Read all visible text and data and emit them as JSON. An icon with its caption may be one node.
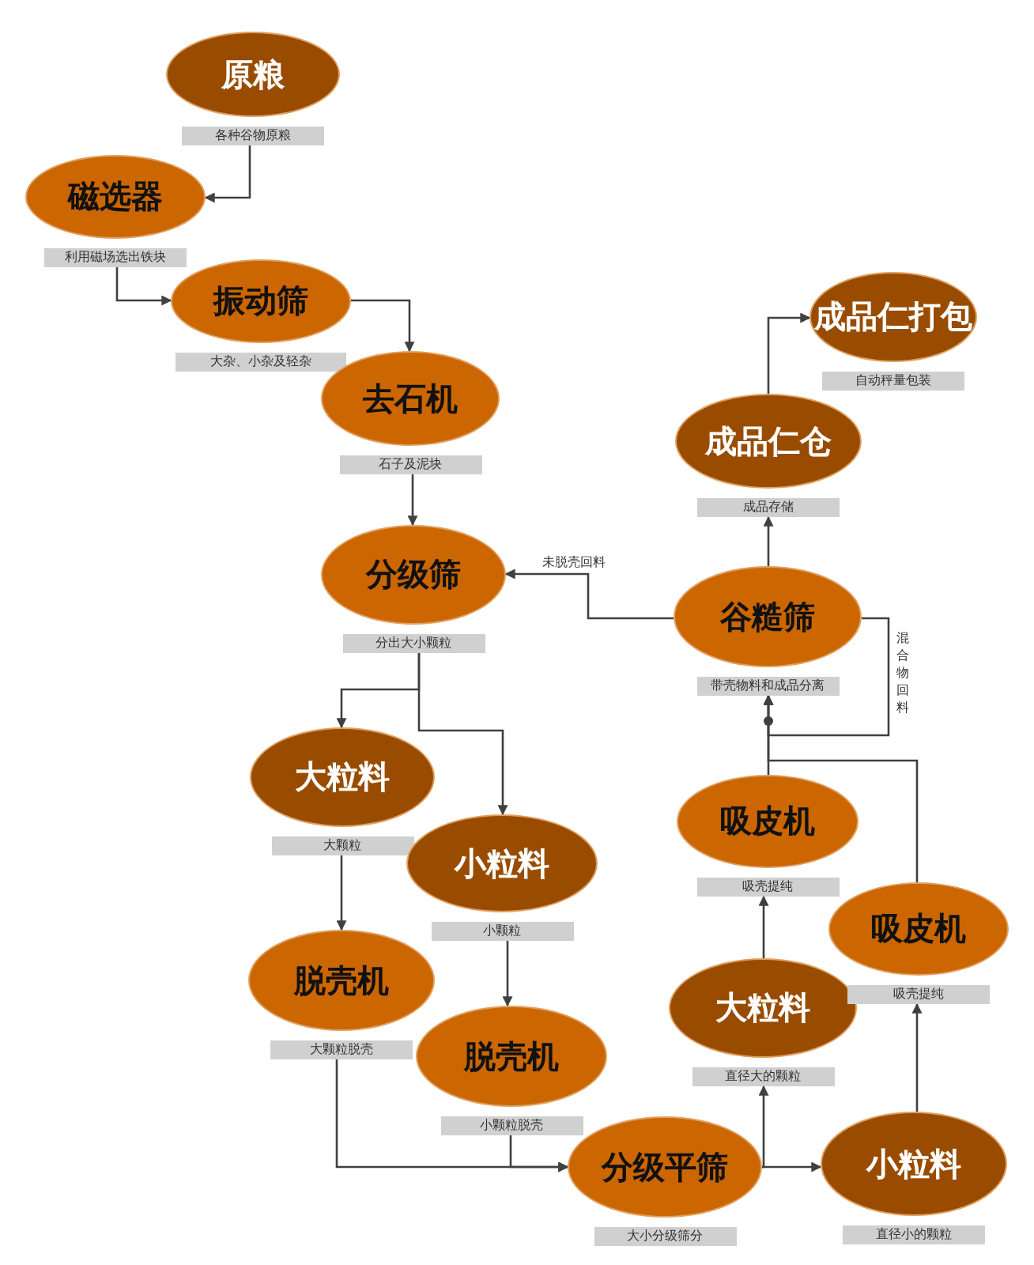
{
  "diagram": {
    "nodes": [
      {
        "text": [
          "原粮"
        ],
        "beside": [
          "各种谷物原粮"
        ]
      },
      {
        "text": [
          "磁选器"
        ],
        "beside": [
          "利用磁场选出铁块"
        ]
      },
      {
        "text": [
          "振动筛"
        ],
        "beside": [
          "大杂、小杂及轻杂"
        ]
      },
      {
        "text": [
          "去石机"
        ],
        "beside": [
          "石子及泥块"
        ]
      },
      {
        "text": [
          "分级筛"
        ],
        "beside": [
          "分出大小颗粒"
        ]
      },
      {
        "text": [
          "大粒料"
        ],
        "beside": [
          "大颗粒"
        ]
      },
      {
        "text": [
          "小粒料"
        ],
        "beside": [
          "小颗粒"
        ]
      },
      {
        "text": [
          "脱壳机"
        ],
        "beside": [
          "大颗粒脱壳"
        ]
      },
      {
        "text": [
          "脱壳机"
        ],
        "beside": [
          "小颗粒脱壳"
        ]
      },
      {
        "text": [
          "分级平筛"
        ],
        "beside": [
          "大小分级筛分"
        ]
      },
      {
        "text": [
          "大粒料"
        ],
        "beside": [
          "直径大的颗粒"
        ]
      },
      {
        "text": [
          "小粒料"
        ],
        "beside": [
          "直径小的颗粒"
        ]
      },
      {
        "text": [
          "吸皮机"
        ],
        "beside": [
          "吸壳提纯"
        ]
      },
      {
        "text": [
          "吸皮机"
        ],
        "beside": [
          "吸壳提纯"
        ]
      },
      {
        "text": [
          "谷糙筛"
        ],
        "beside": [
          "带壳物料和成品分离"
        ]
      },
      {
        "text": [
          "成品仁仓"
        ],
        "beside": [
          "成品存储"
        ]
      },
      {
        "text": [
          "成品仁打包"
        ],
        "beside": [
          "自动秤量包装"
        ]
      }
    ],
    "edges": [
      {
        "from": 0,
        "to": 1,
        "arrow": "to"
      },
      {
        "from": 1,
        "to": 2,
        "arrow": "to"
      },
      {
        "from": 2,
        "to": 3,
        "arrow": "to"
      },
      {
        "from": 3,
        "to": 4,
        "arrow": "to"
      },
      {
        "from": 4,
        "to": 5,
        "arrow": "to"
      },
      {
        "from": 4,
        "to": 6,
        "arrow": "to"
      },
      {
        "from": 5,
        "to": 7,
        "arrow": "to"
      },
      {
        "from": 6,
        "to": 8,
        "arrow": "to"
      },
      {
        "from": 7,
        "to": 9,
        "arrow": "to"
      },
      {
        "from": 8,
        "to": 9,
        "arrow": "to"
      },
      {
        "from": 9,
        "to": 10,
        "arrow": "to"
      },
      {
        "from": 9,
        "to": 11,
        "arrow": "to"
      },
      {
        "from": 10,
        "to": 12,
        "arrow": "to"
      },
      {
        "from": 11,
        "to": 13,
        "arrow": "to"
      },
      {
        "from": 12,
        "to": 14,
        "arrow": "to"
      },
      {
        "from": 13,
        "to": 14,
        "arrow": "to"
      },
      {
        "from": 14,
        "to": 4,
        "arrow": "to",
        "label": "未脱壳回料"
      },
      {
        "from": 14,
        "to": 14,
        "arrow": "to",
        "label": "混合物回料"
      },
      {
        "from": 14,
        "to": 15,
        "arrow": "to"
      },
      {
        "from": 15,
        "to": 16,
        "arrow": "to"
      }
    ]
  }
}
